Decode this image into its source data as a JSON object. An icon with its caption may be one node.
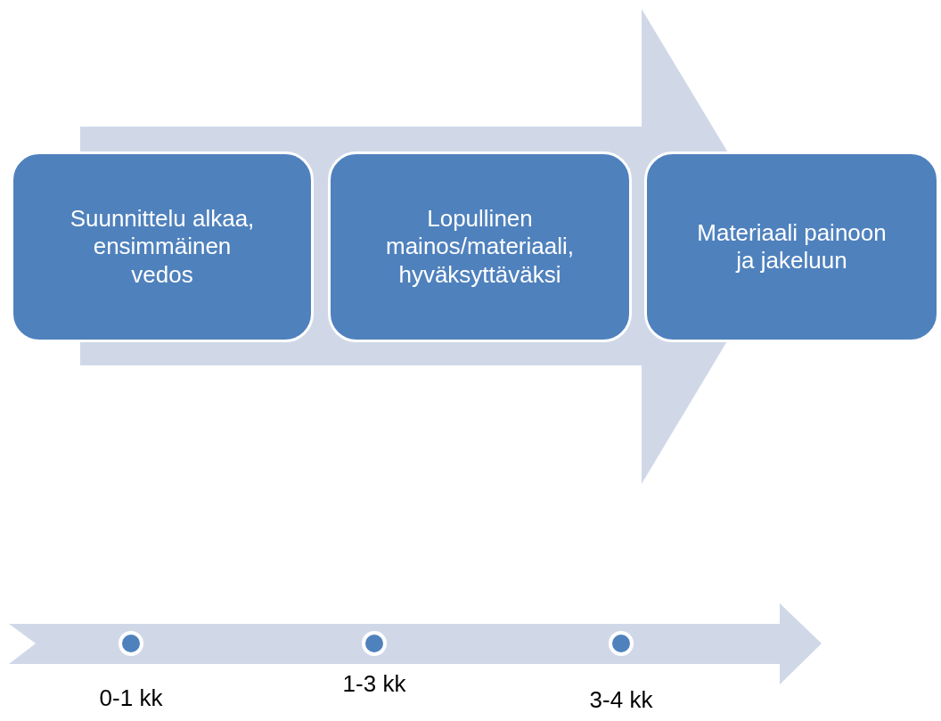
{
  "diagram": {
    "nodes": [
      {
        "text": [
          "Suunnittelu alkaa, ensimmäinen vedos"
        ]
      },
      {
        "text": [
          "Lopullinen mainos/materiaali, hyväksyttäväksi"
        ]
      },
      {
        "text": [
          "Materiaali painoon ja jakeluun"
        ]
      },
      {
        "text": [],
        "shape": "circle",
        "beside": [
          "0-1 kk"
        ]
      },
      {
        "text": [],
        "shape": "circle",
        "beside": [
          "1-3 kk"
        ]
      },
      {
        "text": [],
        "shape": "circle",
        "beside": [
          "3-4 kk"
        ]
      }
    ],
    "edges": [
      {
        "from": 0,
        "to": 2,
        "arrow": "to"
      }
    ]
  }
}
